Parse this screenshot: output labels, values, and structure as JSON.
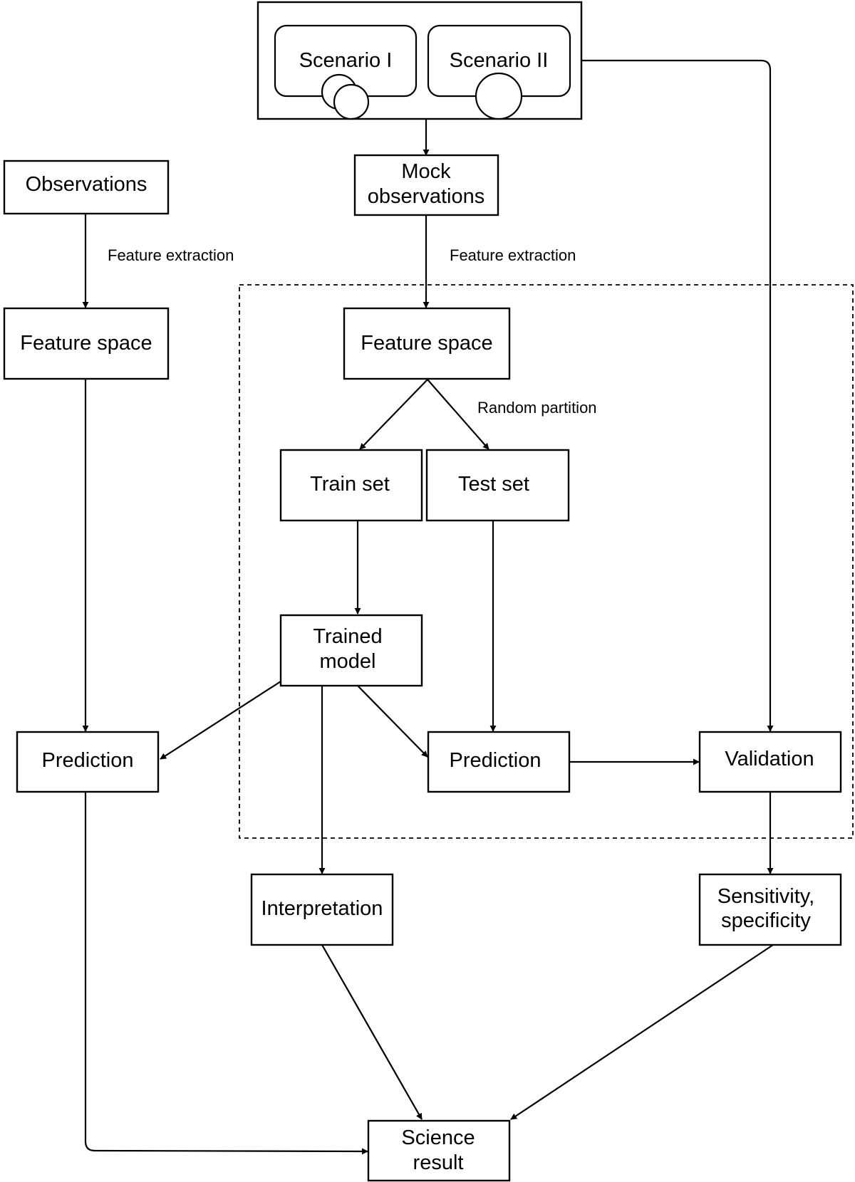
{
  "nodes": {
    "scenario_1": "Scenario I",
    "scenario_2": "Scenario II",
    "observations": "Observations",
    "mock_observations_1": "Mock",
    "mock_observations_2": "observations",
    "feature_space_left": "Feature space",
    "feature_space_right": "Feature space",
    "train_set": "Train set",
    "test_set": "Test set",
    "trained_model_1": "Trained",
    "trained_model_2": "model",
    "prediction_left": "Prediction",
    "prediction_right": "Prediction",
    "validation": "Validation",
    "interpretation": "Interpretation",
    "sensitivity_1": "Sensitivity,",
    "sensitivity_2": "specificity",
    "science_result_1": "Science",
    "science_result_2": "result"
  },
  "edge_labels": {
    "feature_extraction_left": "Feature extraction",
    "feature_extraction_right": "Feature extraction",
    "random_partition": "Random partition"
  }
}
